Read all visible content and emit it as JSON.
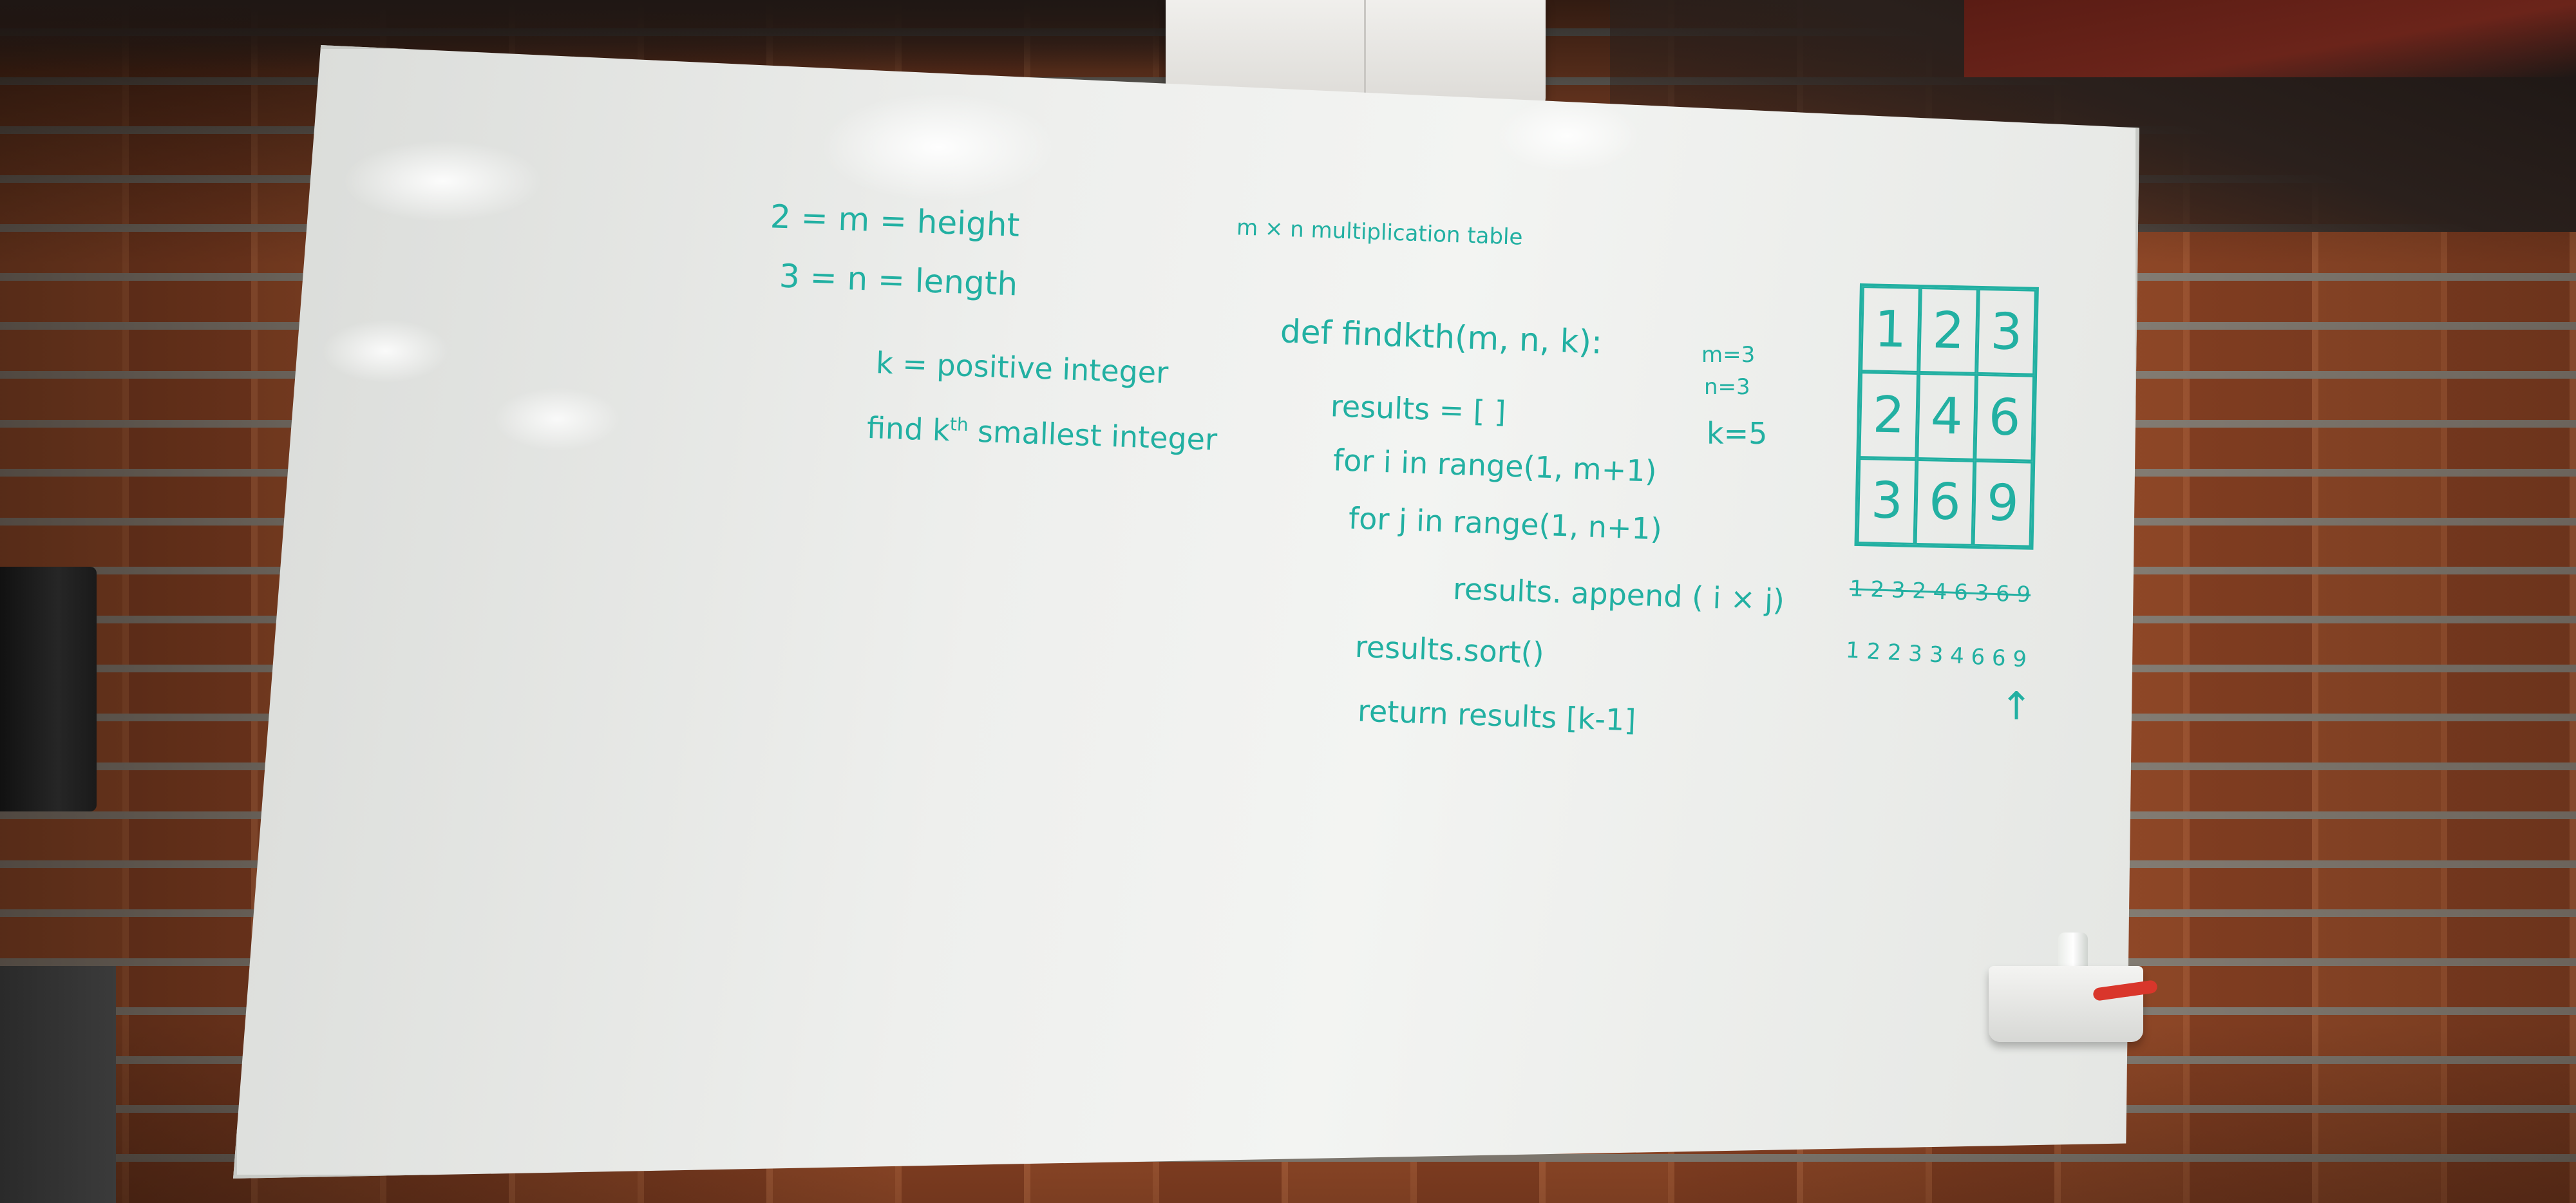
{
  "whiteboard": {
    "notes": {
      "line1": "2 = m = height",
      "line2": "3 = n = length",
      "line3": "k = positive integer",
      "line4": "find k",
      "line4_sup": "th",
      "line4_rest": " smallest integer"
    },
    "title": "m × n  multiplication table",
    "code": {
      "line1": "def  findkth(m, n, k):",
      "line2": "results = [ ]",
      "line3": "for  i in range(1, m+1)",
      "line4": "for  j in range(1, n+1)",
      "line5": "results. append ( i × j)",
      "line6": "results.sort()",
      "line7": "return  results [k-1]"
    },
    "params": {
      "m": "m=3",
      "n": "n=3",
      "k": "k=5"
    },
    "table": [
      [
        "1",
        "2",
        "3"
      ],
      [
        "2",
        "4",
        "6"
      ],
      [
        "3",
        "6",
        "9"
      ]
    ],
    "crossed_row": "1  2  3  2  4  6  3  6  9",
    "sorted_row": "1  2  2  3  3  4  6  6  9"
  },
  "colors": {
    "ink": "#22b0a2",
    "board": "#eeefed",
    "brick": "#a8542e",
    "mortar": "#9a948a"
  }
}
